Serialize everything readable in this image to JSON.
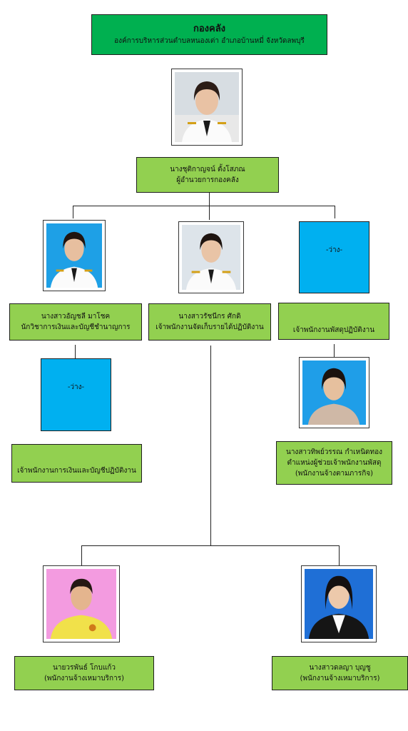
{
  "header": {
    "title": "กองคลัง",
    "subtitle": "องค์การบริหารส่วนตำบลหนองเต่า อำเภอบ้านหมี่ จังหวัดลพบุรี"
  },
  "director": {
    "name": "นางชุติกาญจน์  ตั้งโสภณ",
    "position": "ผู้อำนวยการกองคลัง"
  },
  "left_manager": {
    "name": "นางสาวอัญชลี  มาโชค",
    "position": "นักวิชาการเงินและบัญชีชำนาญการ"
  },
  "center_manager": {
    "name": "นางสาวรัชนีกร    ศักดิ",
    "position": "เจ้าพนักงานจัดเก็บรายได้ปฏิบัติงาน"
  },
  "right_manager": {
    "vacant_label": "-ว่าง-",
    "position": "เจ้าพนักงานพัสดุปฏิบัติงาน"
  },
  "left_staff": {
    "vacant_label": "-ว่าง-",
    "position": "เจ้าพนักงานการเงินและบัญชีปฏิบัติงาน"
  },
  "right_staff": {
    "name": "นางสาวทิพย์วรรณ  กำเหนิดทอง",
    "position": "ตำแหน่งผู้ช่วยเจ้าพนักงานพัสดุ",
    "note": "(พนักงานจ้างตามภารกิจ)"
  },
  "bottom_left": {
    "name": "นายวรพันธ์  โกบแก้ว",
    "note": "(พนักงานจ้างเหมาบริการ)"
  },
  "bottom_right": {
    "name": "นางสาวดลญา  บุญชู",
    "note": "(พนักงานจ้างเหมาบริการ)"
  },
  "colors": {
    "title_fill": "#00b050",
    "box_fill": "#92d050",
    "vacant_fill": "#00b0f0"
  }
}
